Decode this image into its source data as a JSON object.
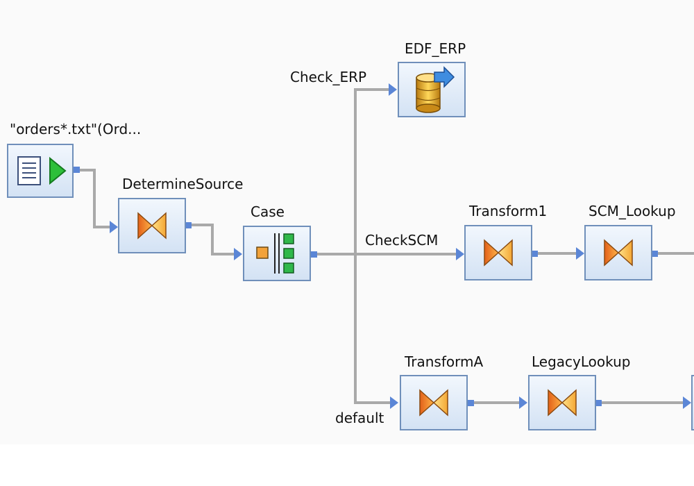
{
  "nodes": {
    "source": {
      "label": "\"orders*.txt\"(Ord...",
      "icon": "file-source-icon"
    },
    "determine": {
      "label": "DetermineSource",
      "icon": "transform-icon"
    },
    "case": {
      "label": "Case",
      "icon": "case-icon"
    },
    "edf_erp": {
      "label": "EDF_ERP",
      "icon": "database-target-icon"
    },
    "transform1": {
      "label": "Transform1",
      "icon": "transform-icon"
    },
    "scm_lookup": {
      "label": "SCM_Lookup",
      "icon": "transform-icon"
    },
    "transformA": {
      "label": "TransformA",
      "icon": "transform-icon"
    },
    "legacy": {
      "label": "LegacyLookup",
      "icon": "transform-icon"
    }
  },
  "edges": {
    "check_erp": "Check_ERP",
    "check_scm": "CheckSCM",
    "default": "default"
  },
  "colors": {
    "connector": "#a9a9a9",
    "port": "#5b86d6",
    "bowtie_dark": "#f0781e",
    "bowtie_light": "#ffd46b"
  }
}
